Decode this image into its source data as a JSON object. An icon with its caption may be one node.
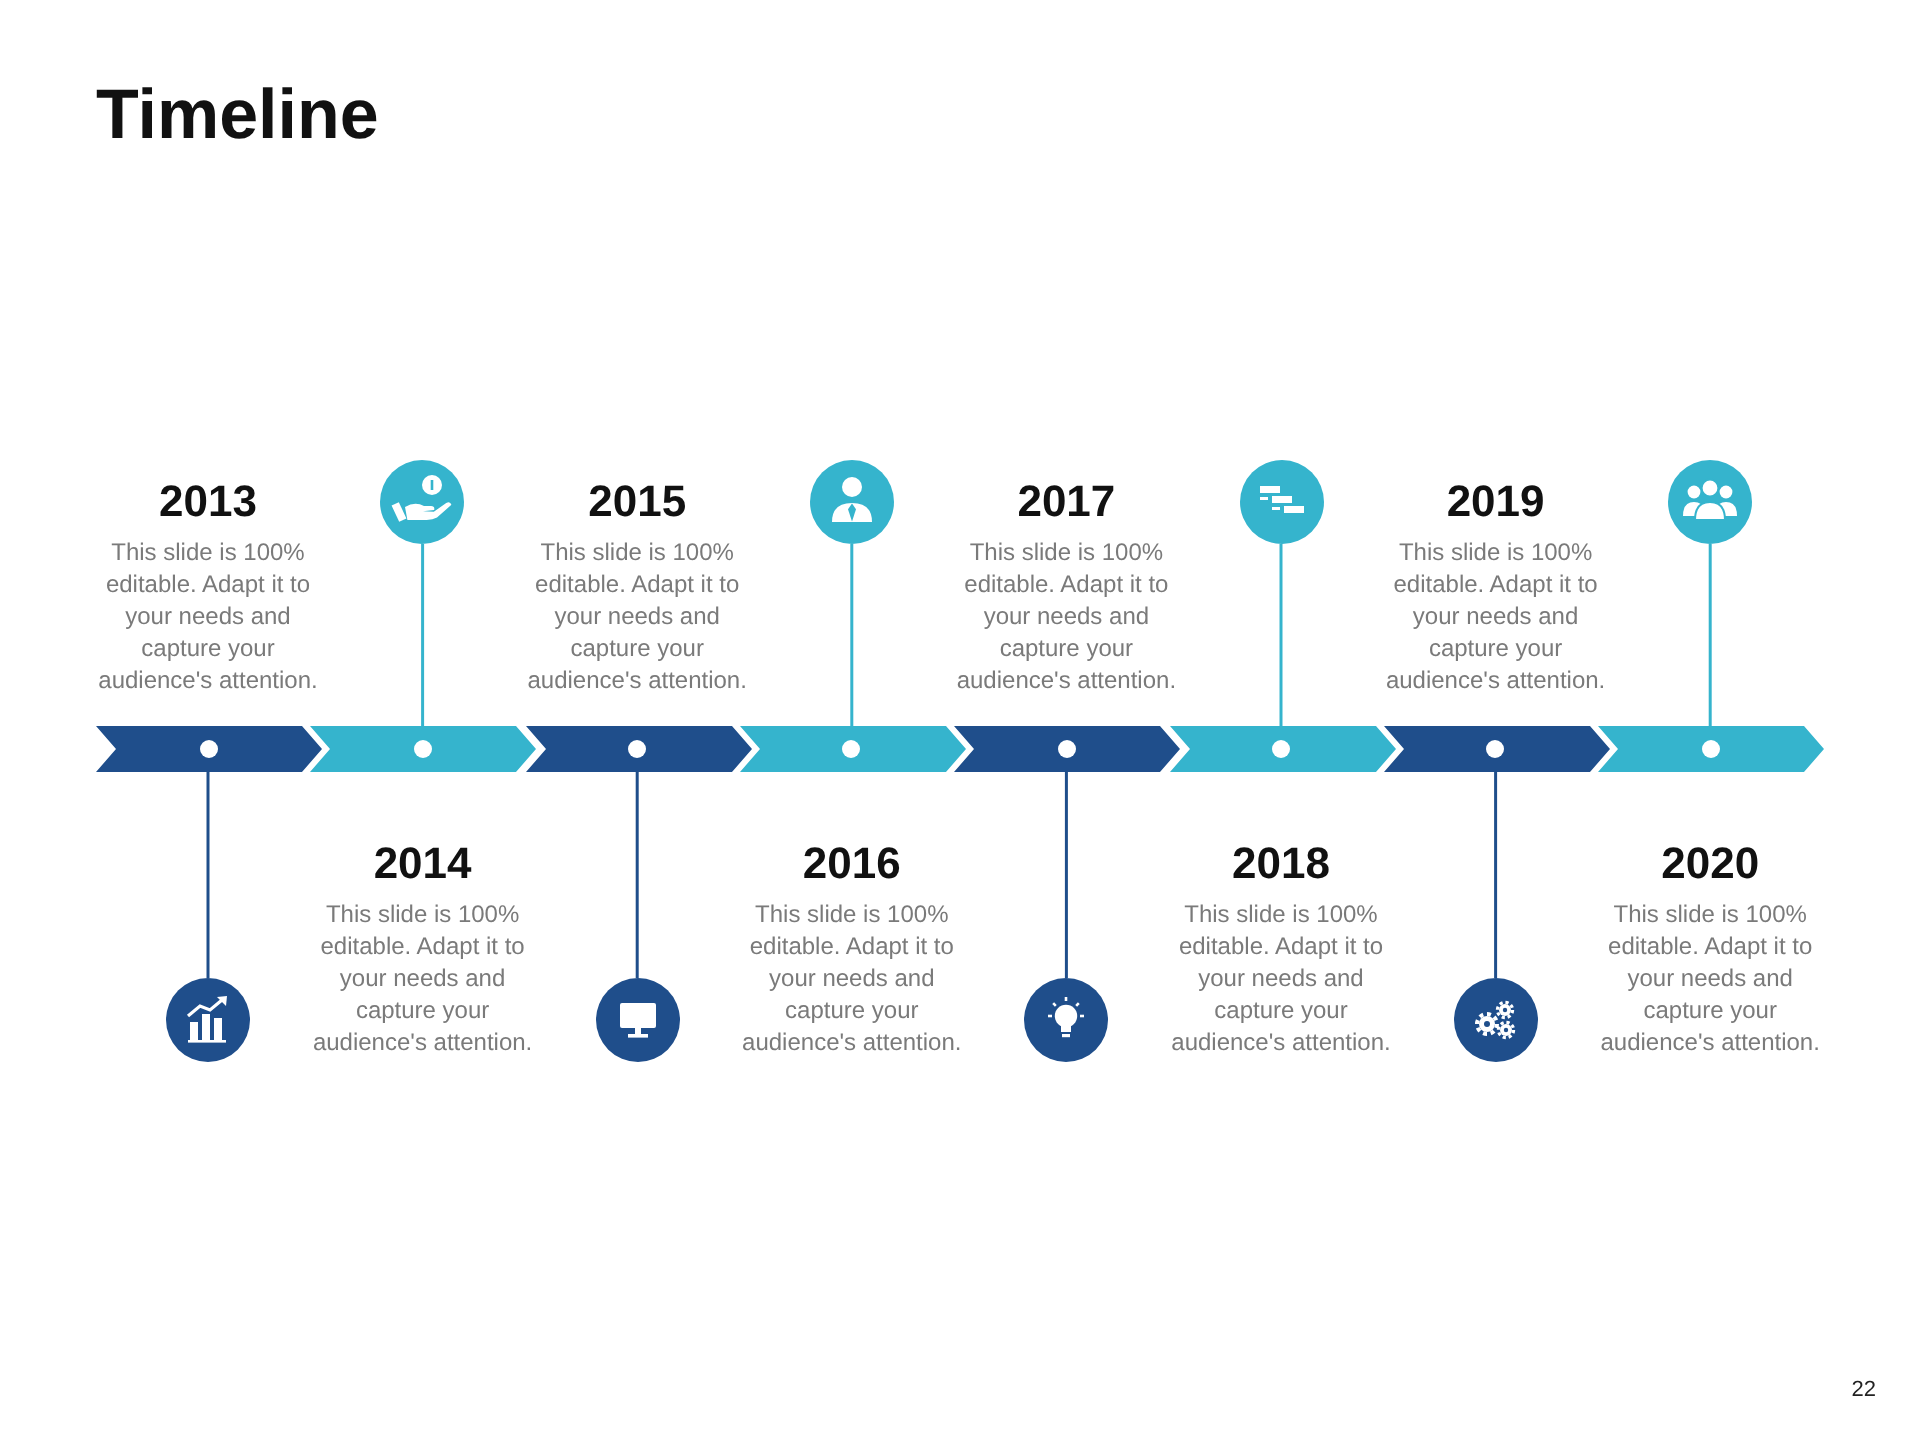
{
  "diagram": {
    "title": "Timeline",
    "nodes": [
      {
        "text": [],
        "shape": "chevron",
        "beside": [
          "2013",
          "This slide is 100% editable. Adapt it to your needs and capture your audience's attention."
        ]
      },
      {
        "text": [],
        "shape": "chevron",
        "beside": [
          "2014",
          "This slide is 100% editable. Adapt it to your needs and capture your audience's attention."
        ]
      },
      {
        "text": [],
        "shape": "chevron",
        "beside": [
          "2015",
          "This slide is 100% editable. Adapt it to your needs and capture your audience's attention."
        ]
      },
      {
        "text": [],
        "shape": "chevron",
        "beside": [
          "2016",
          "This slide is 100% editable. Adapt it to your needs and capture your audience's attention."
        ]
      },
      {
        "text": [],
        "shape": "chevron",
        "beside": [
          "2017",
          "This slide is 100% editable. Adapt it to your needs and capture your audience's attention."
        ]
      },
      {
        "text": [],
        "shape": "chevron",
        "beside": [
          "2018",
          "This slide is 100% editable. Adapt it to your needs and capture your audience's attention."
        ]
      },
      {
        "text": [],
        "shape": "chevron",
        "beside": [
          "2019",
          "This slide is 100% editable. Adapt it to your needs and capture your audience's attention."
        ]
      },
      {
        "text": [],
        "shape": "chevron",
        "beside": [
          "2020",
          "This slide is 100% editable. Adapt it to your needs and capture your audience's attention."
        ]
      },
      {
        "text": [],
        "shape": "circle"
      },
      {
        "text": [],
        "shape": "circle"
      },
      {
        "text": [],
        "shape": "circle"
      },
      {
        "text": [],
        "shape": "circle"
      },
      {
        "text": [],
        "shape": "circle"
      },
      {
        "text": [],
        "shape": "circle"
      },
      {
        "text": [],
        "shape": "circle"
      },
      {
        "text": [],
        "shape": "circle"
      }
    ],
    "edges": [
      {
        "from": 0,
        "to": 8,
        "arrow": "none",
        "color": "#1f4e8b"
      },
      {
        "from": 1,
        "to": 9,
        "arrow": "none",
        "color": "#35b4cd"
      },
      {
        "from": 2,
        "to": 10,
        "arrow": "none",
        "color": "#1f4e8b"
      },
      {
        "from": 3,
        "to": 11,
        "arrow": "none",
        "color": "#35b4cd"
      },
      {
        "from": 4,
        "to": 12,
        "arrow": "none",
        "color": "#1f4e8b"
      },
      {
        "from": 5,
        "to": 13,
        "arrow": "none",
        "color": "#35b4cd"
      },
      {
        "from": 6,
        "to": 14,
        "arrow": "none",
        "color": "#1f4e8b"
      },
      {
        "from": 7,
        "to": 15,
        "arrow": "none",
        "color": "#35b4cd"
      }
    ],
    "labels": [
      "22"
    ]
  }
}
